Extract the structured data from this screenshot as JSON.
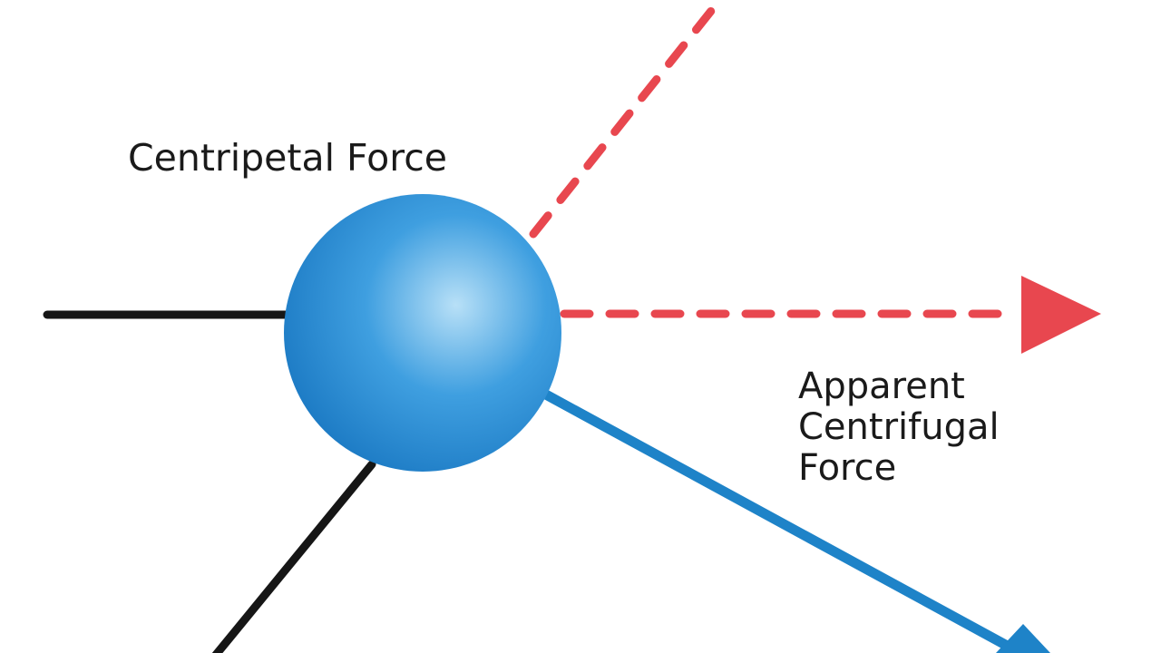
{
  "labels": {
    "centripetal_force": "Centripetal Force",
    "apparent_centrifugal_line1": "Apparent",
    "apparent_centrifugal_line2": "Centrifugal",
    "apparent_centrifugal_line3": "Force"
  },
  "colors": {
    "background": "#ffffff",
    "string_black": "#161616",
    "dashed_red": "#e8474f",
    "velocity_blue": "#1e83c8",
    "ball_light": "#b8e0f7",
    "ball_mid": "#3f9fe0",
    "ball_dark": "#1775c0"
  },
  "icons": {
    "ball": "rotating-mass",
    "horizontal_arrow": "red-dashed-arrow",
    "diagonal_line": "red-dashed-line",
    "tangent_arrow": "blue-arrow"
  }
}
